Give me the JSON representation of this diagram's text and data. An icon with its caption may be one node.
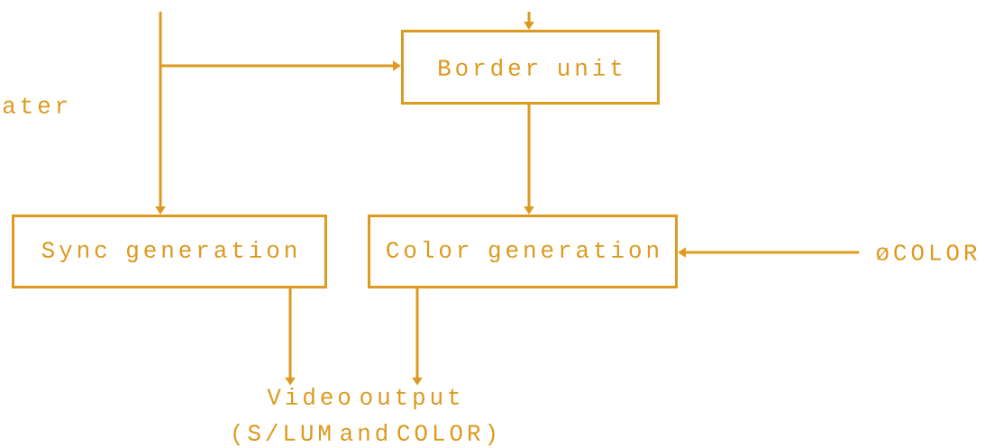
{
  "diagram": {
    "nodes": [
      {
        "text": [
          "Border unit"
        ]
      },
      {
        "text": [
          "Sync generation"
        ]
      },
      {
        "text": [
          "Color generation"
        ]
      },
      {
        "text": [
          "øCOLOR"
        ]
      },
      {
        "text": [
          "Video output (S/LUM and COLOR)"
        ]
      }
    ],
    "edges": [
      {
        "from": null,
        "to": 0,
        "arrow": "to"
      },
      {
        "from": null,
        "to": 1,
        "arrow": "to"
      },
      {
        "from": null,
        "to": 0,
        "arrow": "to"
      },
      {
        "from": 0,
        "to": 2,
        "arrow": "to"
      },
      {
        "from": 3,
        "to": 2,
        "arrow": "to"
      },
      {
        "from": 1,
        "to": 4,
        "arrow": "to"
      },
      {
        "from": 2,
        "to": 4,
        "arrow": "to"
      }
    ],
    "labels": [
      "ater"
    ]
  }
}
